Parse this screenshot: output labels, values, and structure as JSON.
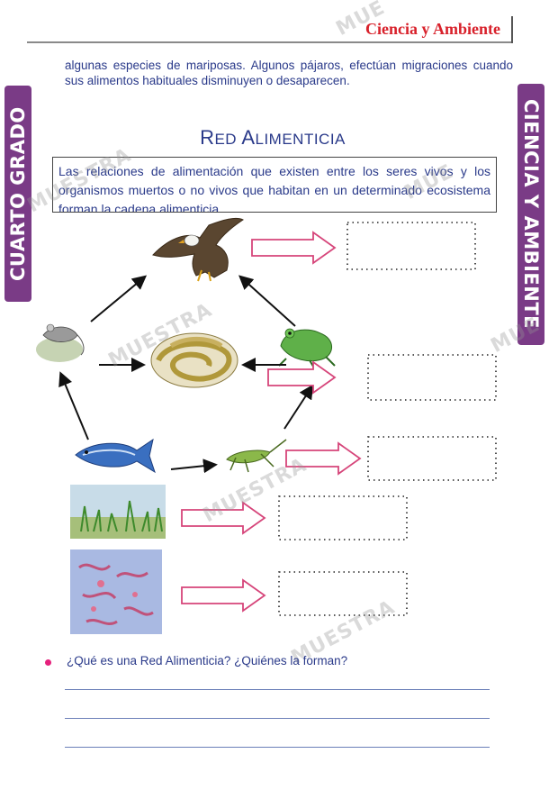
{
  "header": {
    "title": "Ciencia y Ambiente"
  },
  "side_tabs": {
    "left": "CUARTO GRADO",
    "right": "CIENCIA Y AMBIENTE"
  },
  "intro": {
    "text": "algunas especies de mariposas. Algunos pájaros, efectúan migraciones cuando sus alimentos habituales disminuyen o desaparecen."
  },
  "section": {
    "title_first_letter_1": "R",
    "title_rest_1": "ED ",
    "title_first_letter_2": "A",
    "title_rest_2": "LIMENTICIA",
    "definition": "Las relaciones de alimentación que existen entre los seres vivos y los organismos muertos o no vivos que habitan en un determinado ecosistema forman la cadena alimenticia."
  },
  "watermark": {
    "text": "MUESTRA",
    "partial": "MUE"
  },
  "question": {
    "text": "¿Qué es una Red Alimenticia? ¿Quiénes la forman?"
  },
  "colors": {
    "header_red": "#d8212b",
    "tab_purple": "#7a3b86",
    "text_blue": "#2a3a8a",
    "arrow_pink": "#d6457a",
    "bullet_pink": "#e5207c"
  },
  "icons": [
    "eagle-icon",
    "mouse-icon",
    "snake-icon",
    "frog-icon",
    "fish-icon",
    "grasshopper-icon",
    "grass-icon",
    "decomposers-icon"
  ]
}
